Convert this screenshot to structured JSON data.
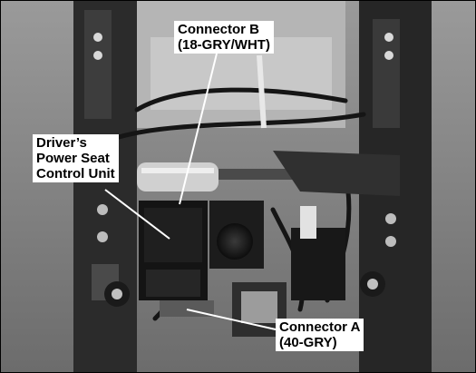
{
  "callouts": {
    "connector_b": {
      "line1": "Connector B",
      "line2": "(18-GRY/WHT)"
    },
    "control_unit": {
      "line1": "Driver’s",
      "line2": "Power Seat",
      "line3": "Control Unit"
    },
    "connector_a": {
      "line1": "Connector A",
      "line2": "(40-GRY)"
    }
  },
  "colors": {
    "label_bg": "#ffffff",
    "label_text": "#000000",
    "leader_line": "#ffffff"
  }
}
